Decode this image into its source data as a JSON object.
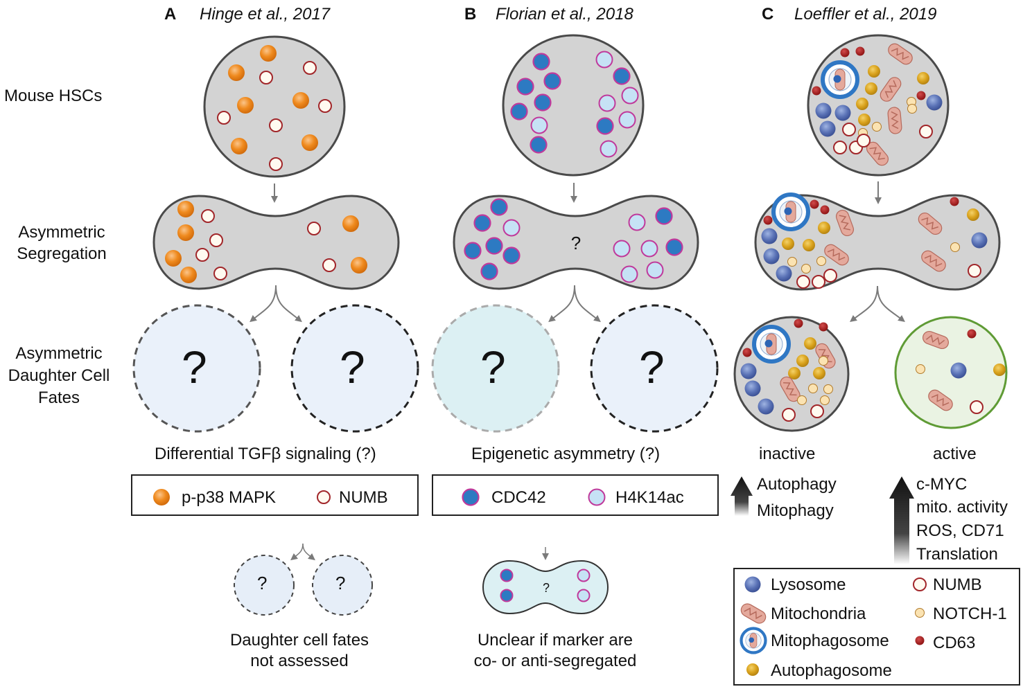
{
  "panels": [
    {
      "letter": "A",
      "citation": "Hinge et al., 2017",
      "caption": "Differential TGFβ signaling (?)"
    },
    {
      "letter": "B",
      "citation": "Florian et al., 2018",
      "caption": "Epigenetic asymmetry (?)"
    },
    {
      "letter": "C",
      "citation": "Loeffler et al., 2019",
      "fate_left": "inactive",
      "fate_right": "active"
    }
  ],
  "row_labels": {
    "hsc": "Mouse HSCs",
    "segregation": [
      "Asymmetric",
      "Segregation"
    ],
    "fates": [
      "Asymmetric",
      "Daughter Cell",
      "Fates"
    ]
  },
  "question_mark": "?",
  "legend_a": [
    "p-p38 MAPK",
    "NUMB"
  ],
  "legend_b": [
    "CDC42",
    "H4K14ac"
  ],
  "legend_c": {
    "left": [
      "Lysosome",
      "Mitochondria",
      "Mitophagosome",
      "Autophagosome"
    ],
    "right": [
      "NUMB",
      "NOTCH-1",
      "CD63"
    ]
  },
  "arrows_c": {
    "inactive": [
      "Autophagy",
      "Mitophagy"
    ],
    "active": [
      "c-MYC",
      "mito. activity",
      "ROS, CD71",
      "Translation"
    ]
  },
  "note_box": {
    "left": [
      "Daughter cell fates",
      "not assessed"
    ],
    "right": [
      "Unclear if marker are",
      "co- or anti-segregated"
    ]
  },
  "colors": {
    "cell_fill": "#d3d3d3",
    "cell_stroke": "#4a4a4a",
    "orange": "#ef8a1e",
    "numb_ring": "#a1262a",
    "cdc42": "#2d7ac2",
    "magenta": "#c0399b",
    "h4k14ac": "#c6e2f5",
    "lysosome": "#5a72b6",
    "mito": "#e4a99c",
    "autophago": "#d9a21c",
    "notch": "#fbe3b2",
    "cd63": "#a11b1b",
    "fate_blue": "#eaf1fa",
    "fate_teal": "#dcf0f3",
    "active_green": "#5f9b35",
    "note_bg": "#fdf8ec"
  }
}
